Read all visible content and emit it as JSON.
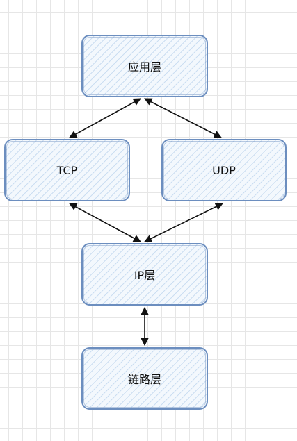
{
  "diagram": {
    "nodes": {
      "app": {
        "label": "应用层"
      },
      "tcp": {
        "label": "TCP"
      },
      "udp": {
        "label": "UDP"
      },
      "ip": {
        "label": "IP层"
      },
      "link": {
        "label": "链路层"
      }
    },
    "edges": [
      {
        "from": "app",
        "to": "tcp",
        "style": "bidirectional-arrow"
      },
      {
        "from": "app",
        "to": "udp",
        "style": "bidirectional-arrow"
      },
      {
        "from": "tcp",
        "to": "ip",
        "style": "bidirectional-arrow"
      },
      {
        "from": "udp",
        "to": "ip",
        "style": "bidirectional-arrow"
      },
      {
        "from": "ip",
        "to": "link",
        "style": "bidirectional-arrow"
      }
    ],
    "colors": {
      "node_border": "#6c8ebf",
      "node_fill": "#dae8fc",
      "edge": "#111111",
      "grid": "#e6e6e6"
    }
  }
}
